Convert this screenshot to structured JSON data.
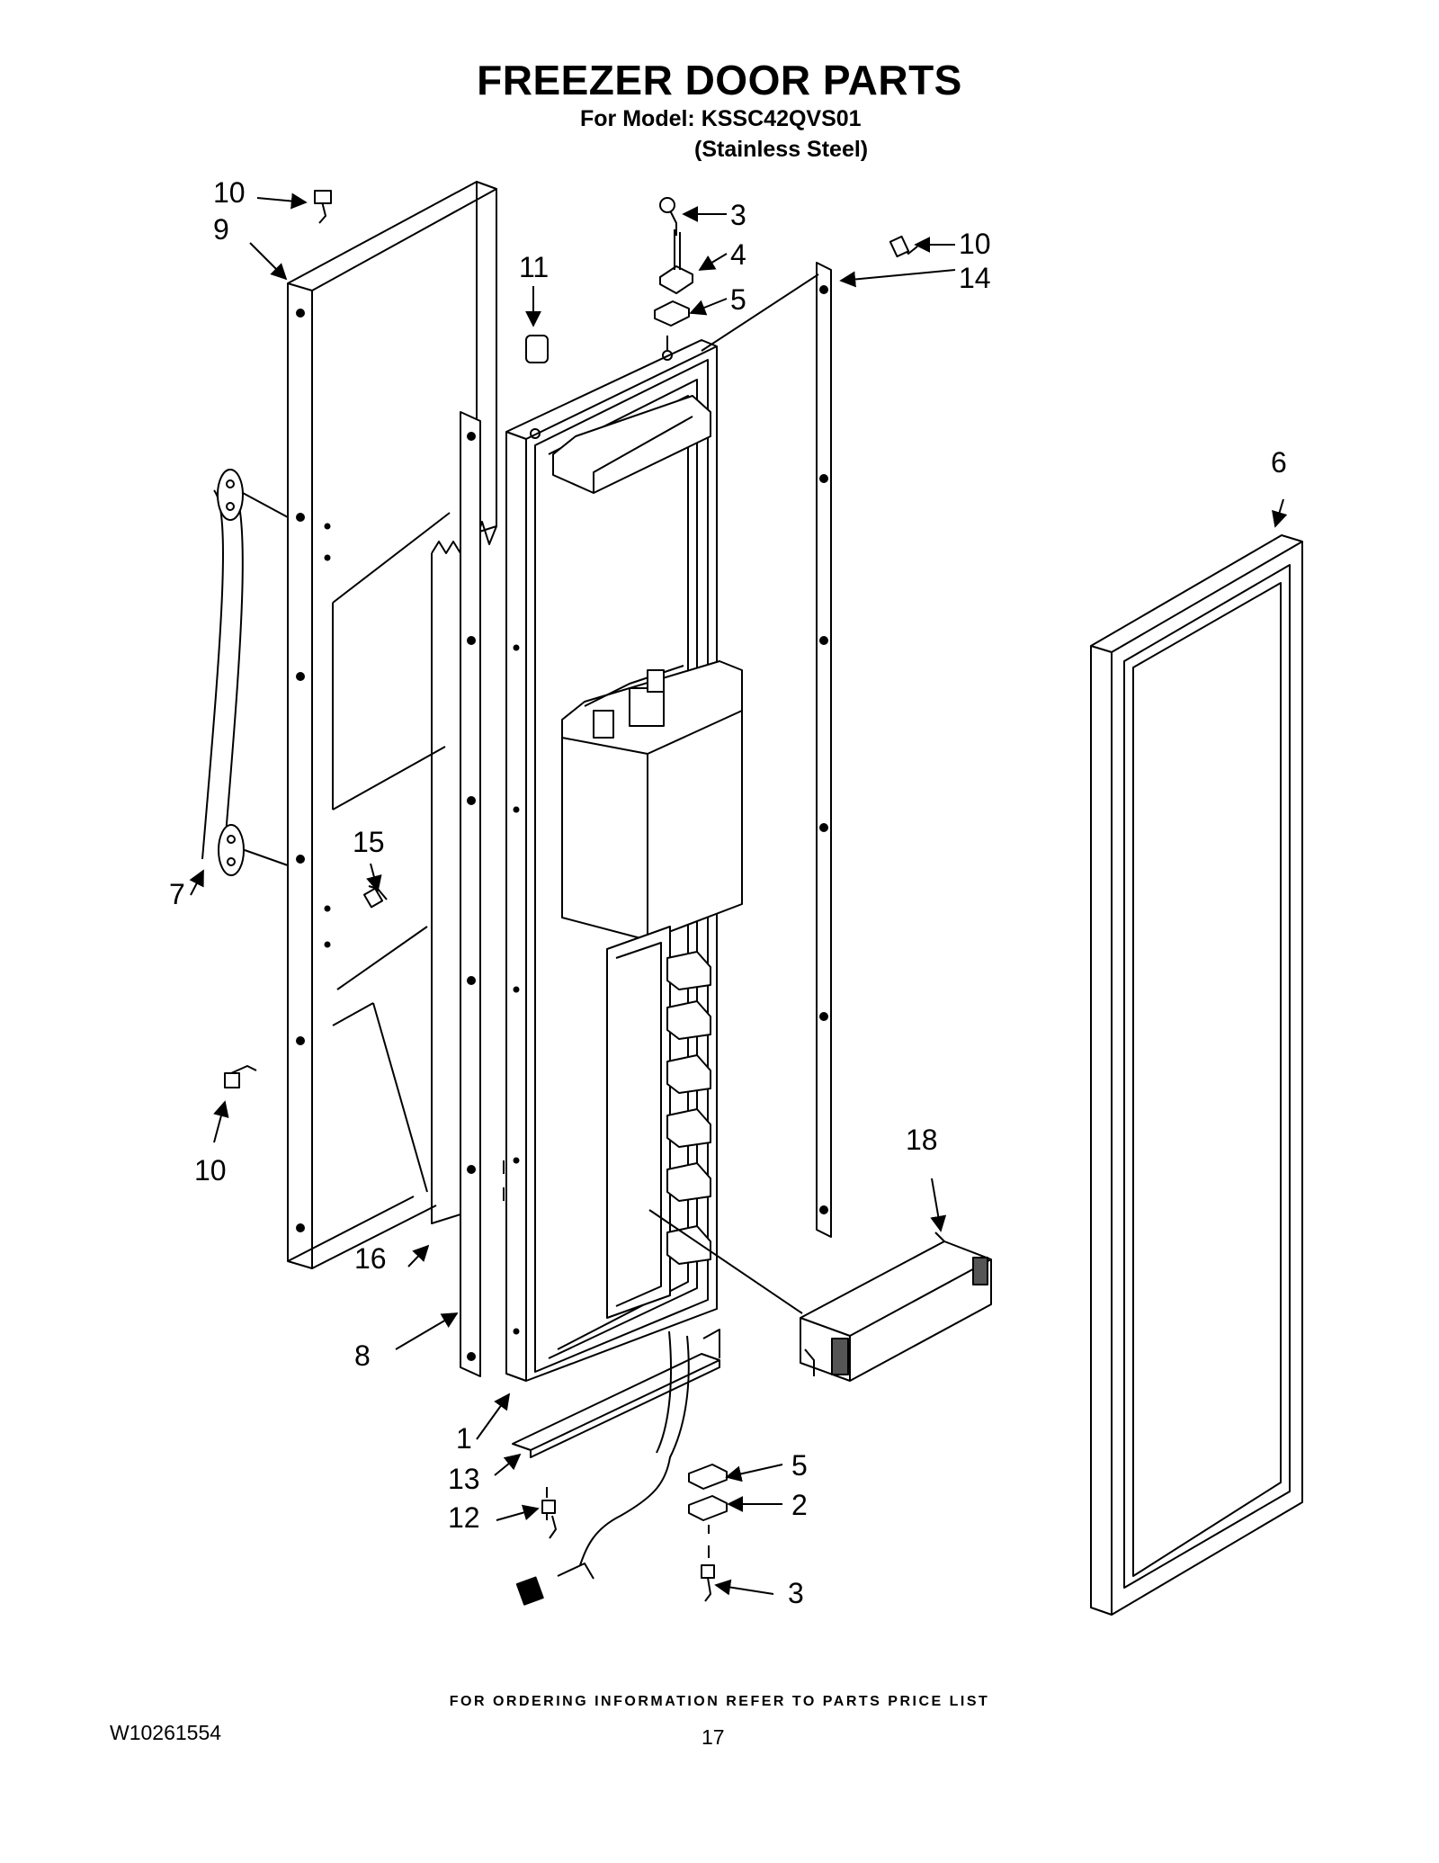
{
  "header": {
    "title": "FREEZER DOOR PARTS",
    "model_line": "For Model: KSSC42QVS01",
    "finish_line": "(Stainless Steel)"
  },
  "callouts": [
    "1",
    "2",
    "3",
    "3",
    "4",
    "5",
    "5",
    "6",
    "7",
    "8",
    "9",
    "10",
    "10",
    "10",
    "11",
    "12",
    "13",
    "14",
    "15",
    "16",
    "18"
  ],
  "footer": {
    "ordering_note": "FOR ORDERING INFORMATION REFER TO PARTS PRICE LIST",
    "doc_number": "W10261554",
    "page_number": "17"
  }
}
